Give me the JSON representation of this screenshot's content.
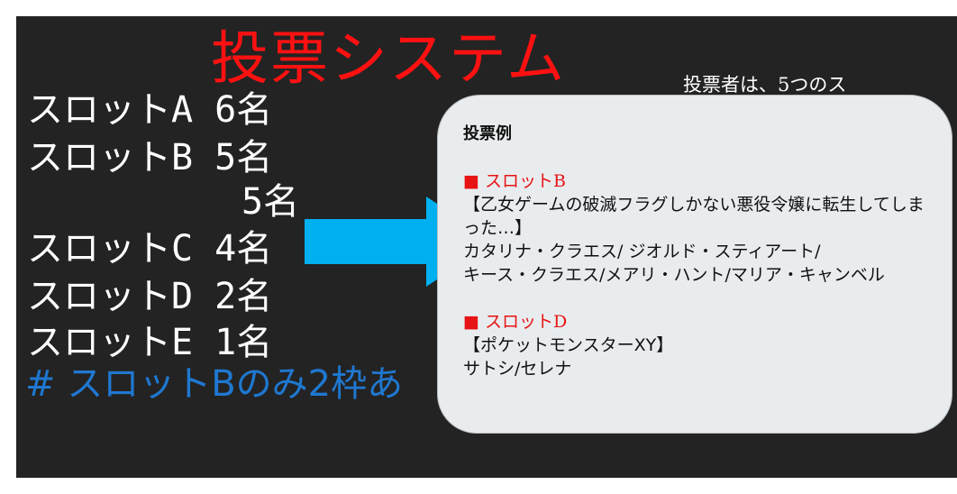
{
  "slide": {
    "title": "投票システム",
    "note": "投票者は、5つのス",
    "slots": [
      "スロットA 6名",
      "スロットB 5名",
      "5名",
      "スロットC 4名",
      "スロットD 2名",
      "スロットE 1名"
    ],
    "comment": "# スロットBのみ2枠あ"
  },
  "callout": {
    "header": "投票例",
    "example1": {
      "slot_label": "■ スロットB",
      "lines": [
        "【乙女ゲームの破滅フラグしかない悪役令嬢に転生してしまった…】",
        "カタリナ・クラエス/ ジオルド・スティアート/",
        "キース・クラエス/メアリ・ハント/マリア・キャンベル"
      ]
    },
    "example2": {
      "slot_label": "■ スロットD",
      "lines": [
        "【ポケットモンスターXY】",
        "サトシ/セレナ"
      ]
    }
  },
  "colors": {
    "slide_bg": "#232323",
    "title": "#ff1111",
    "comment": "#1f78d1",
    "arrow": "#00b0f0",
    "callout_bg": "#e9ecee",
    "slot_label": "#e61414"
  },
  "icons": {
    "arrow": "right-arrow-icon"
  }
}
